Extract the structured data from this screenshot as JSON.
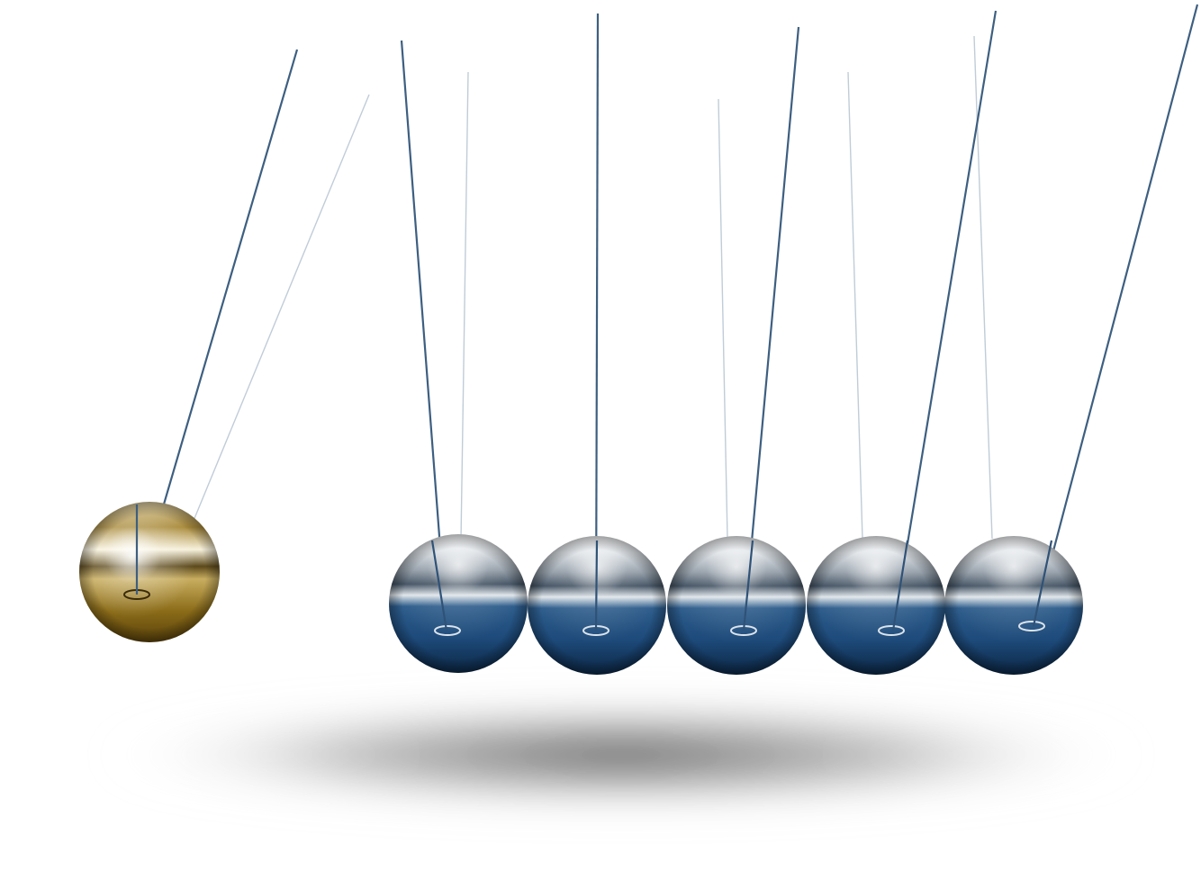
{
  "scene": {
    "subject": "newtons-cradle",
    "background_color": "#ffffff",
    "balls": [
      {
        "id": "ball-1",
        "material": "gold",
        "state": "swung-out",
        "base_color": "#7a5e10",
        "highlight_color": "#f2e6b8"
      },
      {
        "id": "ball-2",
        "material": "blue-chrome",
        "state": "at-rest",
        "base_color": "#1d4a7a",
        "highlight_color": "#e9eef3"
      },
      {
        "id": "ball-3",
        "material": "blue-chrome",
        "state": "at-rest",
        "base_color": "#1d4a7a",
        "highlight_color": "#e9eef3"
      },
      {
        "id": "ball-4",
        "material": "blue-chrome",
        "state": "at-rest",
        "base_color": "#1d4a7a",
        "highlight_color": "#e9eef3"
      },
      {
        "id": "ball-5",
        "material": "blue-chrome",
        "state": "at-rest",
        "base_color": "#1d4a7a",
        "highlight_color": "#e9eef3"
      },
      {
        "id": "ball-6",
        "material": "blue-chrome",
        "state": "at-rest",
        "base_color": "#1d4a7a",
        "highlight_color": "#e9eef3"
      }
    ],
    "string_color": "#3d5f80",
    "shadow_color": "#555555"
  }
}
